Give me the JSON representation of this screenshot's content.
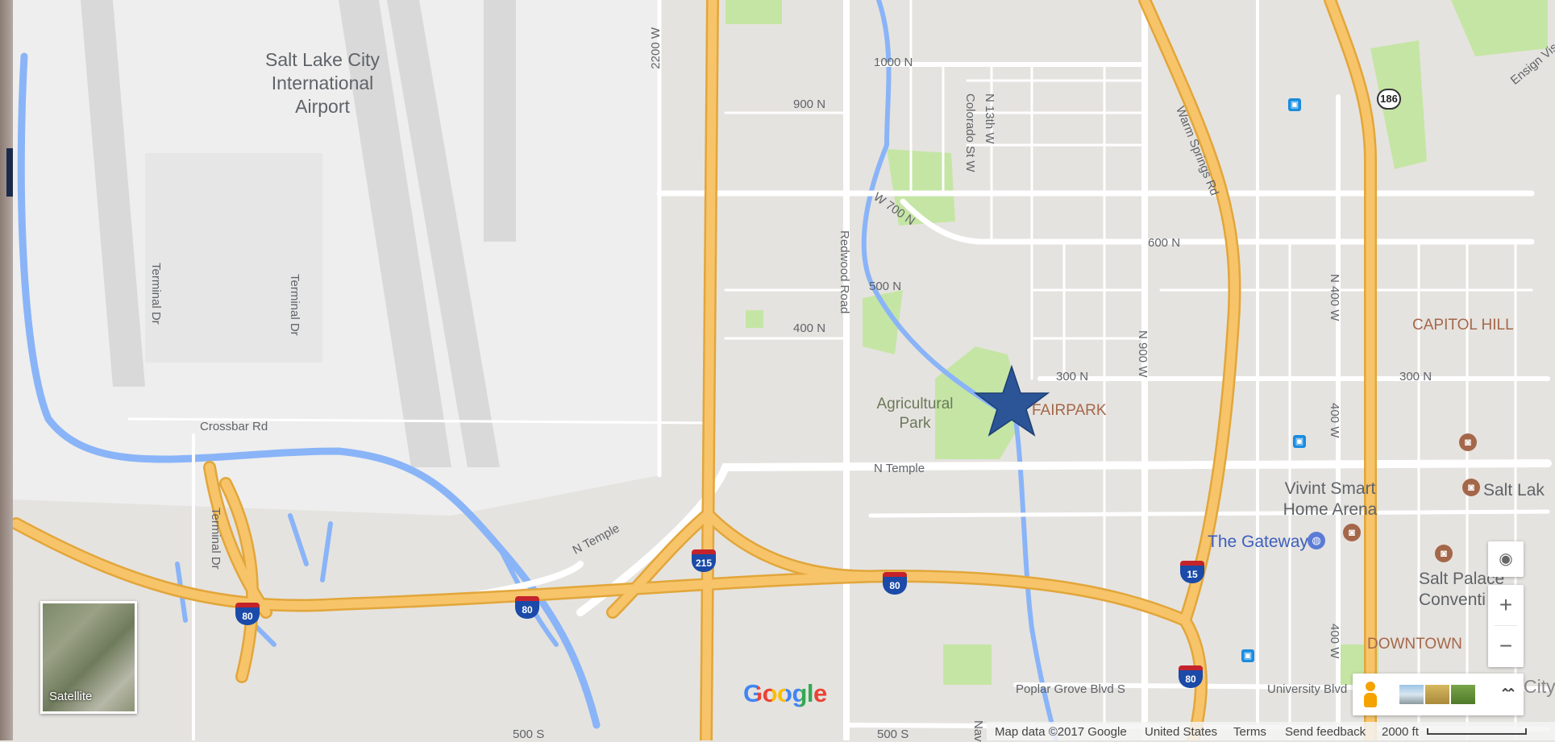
{
  "map": {
    "airport_label": "Salt Lake City\nInternational\nAirport",
    "park_label": "Agricultural\nPark",
    "area_labels": {
      "fairpark": "FAIRPARK",
      "capitol_hill": "CAPITOL HILL",
      "downtown": "DOWNTOWN"
    },
    "poi_labels": {
      "vivint": "Vivint Smart\nHome Arena",
      "gateway": "The Gateway",
      "salt_palace": "Salt Palace\nConventi",
      "salt_lake": "Salt Lak",
      "city_partial": "City",
      "ensign": "Ensign Vis"
    },
    "streets": {
      "w2200": "2200 W",
      "n1000": "1000 N",
      "n900": "900 N",
      "w700": "W 700 N",
      "colorado": "Colorado St W",
      "n13th": "N 13th W",
      "warm_springs": "Warm Springs Rd",
      "n600": "600 N",
      "n500": "500 N",
      "n400": "400 N",
      "redwood": "Redwood Road",
      "n300a": "300 N",
      "n300b": "300 N",
      "n900w": "N 900 W",
      "n400w": "N 400 W",
      "w400a": "400 W",
      "w400b": "400 W",
      "ntemple_main": "N Temple",
      "ntemple_diag": "N Temple",
      "terminal_a": "Terminal Dr",
      "terminal_b": "Terminal Dr",
      "terminal_c": "Terminal Dr",
      "crossbar": "Crossbar Rd",
      "poplar": "Poplar Grove Blvd S",
      "university": "University Blvd",
      "s500a": "500 S",
      "s500b": "500 S",
      "nav": "Nav"
    },
    "shields": {
      "i215": "215",
      "i80a": "80",
      "i80b": "80",
      "i80c": "80",
      "i15a": "15",
      "i15b": "80",
      "us186": "186"
    },
    "marker": "star-marker"
  },
  "controls": {
    "satellite_label": "Satellite",
    "zoom_in": "+",
    "zoom_out": "−",
    "locate_symbol": "◉",
    "expand_symbol": "⌃⌃"
  },
  "logo": {
    "text": "Google"
  },
  "footer": {
    "map_data": "Map data ©2017 Google",
    "country": "United States",
    "terms": "Terms",
    "feedback": "Send feedback",
    "scale": "2000 ft"
  },
  "colors": {
    "land": "#e5e3df",
    "airport": "#eeeeee",
    "park": "#c5e5a5",
    "water": "#8ab4f8",
    "highway": "#f7c46a",
    "highway_edge": "#e2a63a",
    "road": "#ffffff",
    "marker": "#2b5597"
  }
}
